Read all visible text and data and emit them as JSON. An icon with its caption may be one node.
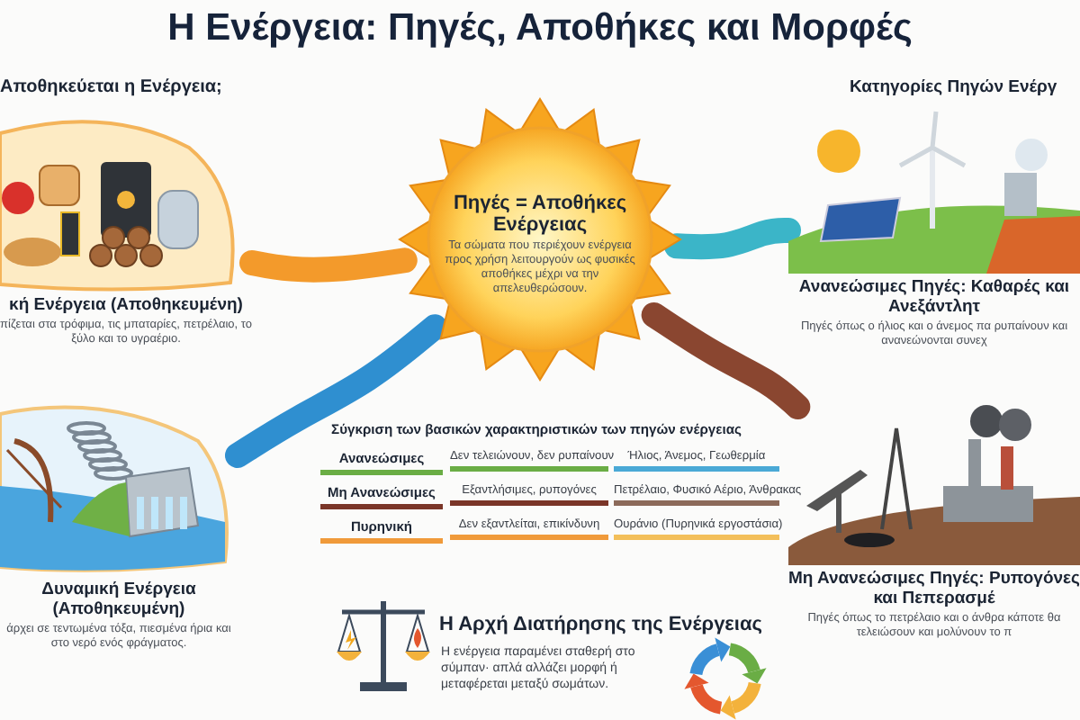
{
  "diagram": {
    "title": "Η Ενέργεια: Πηγές, Αποθήκες και Μορφές",
    "nodes": [
      {
        "text": [
          "Πηγές = Αποθήκες Ενέργειας",
          "Τα σώματα που περιέχουν ενέργεια προς χρήση λειτουργούν ως φυσικές αποθήκες μέχρι να την απελευθερώσουν."
        ]
      },
      {
        "text": [
          "κή Ενέργεια (Αποθηκευμένη)",
          "πίζεται στα τρόφιμα, τις μπαταρίες, πετρέλαιο, το ξύλο και το υγραέριο."
        ]
      },
      {
        "text": [
          "Δυναμική Ενέργεια (Αποθηκευμένη)",
          "άρχει σε τεντωμένα τόξα, πιεσμένα ήρια και στο νερό ενός φράγματος."
        ]
      },
      {
        "text": [
          "Ανανεώσιμες Πηγές: Καθαρές και Ανεξάντλητ",
          "Πηγές όπως ο ήλιος και ο άνεμος πα ρυπαίνουν και ανανεώνονται συνεχ"
        ]
      },
      {
        "text": [
          "Μη Ανανεώσιμες Πηγές: Ρυπογόνες και Πεπερασμέ",
          "Πηγές όπως το πετρέλαιο και ο άνθρα κάποτε θα τελειώσουν και μολύνουν το π"
        ]
      }
    ],
    "edges": [
      {
        "from": 0,
        "to": 1,
        "arrow": "none",
        "color": "#f39a2b"
      },
      {
        "from": 0,
        "to": 2,
        "arrow": "none",
        "color": "#2f8fd0"
      },
      {
        "from": 0,
        "to": 3,
        "arrow": "none",
        "color": "#3bb5c8"
      },
      {
        "from": 0,
        "to": 4,
        "arrow": "none",
        "color": "#8a4630"
      }
    ],
    "labels": [
      "Αποθηκεύεται η Ενέργεια;",
      "Κατηγορίες Πηγών Ενέργ",
      "Σύγκριση των βασικών χαρακτηριστικών των πηγών ενέργειας",
      "Ανανεώσιμες",
      "Δεν τελειώνουν, δεν ρυπαίνουν",
      "Ήλιος, Άνεμος, Γεωθερμία",
      "Μη Ανανεώσιμες",
      "Εξαντλήσιμες, ρυπογόνες",
      "Πετρέλαιο, Φυσικό Αέριο, Άνθρακας",
      "Πυρηνική",
      "Δεν εξαντλείται, επικίνδυνη",
      "Ουράνιο (Πυρηνικά εργοστάσια)",
      "Η Αρχή Διατήρησης της Ενέργειας",
      "Η ενέργεια παραμένει σταθερή στο σύμπαν· απλά αλλάζει μορφή ή μεταφέρεται μεταξύ σωμάτων."
    ]
  }
}
